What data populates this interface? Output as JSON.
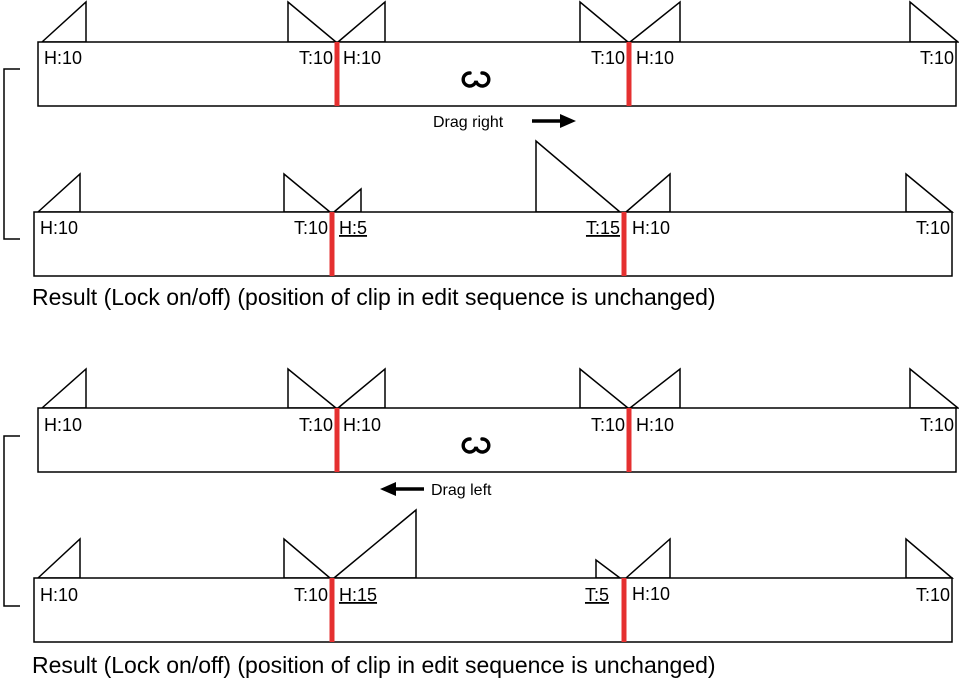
{
  "diagrams": [
    {
      "drag_label": "Drag right",
      "drag_direction": "right",
      "before_track": {
        "labels": [
          "H:10",
          "T:10",
          "H:10",
          "T:10",
          "H:10",
          "T:10"
        ]
      },
      "after_track": {
        "labels": [
          "H:10",
          "T:10",
          "H:5",
          "T:15",
          "H:10",
          "T:10"
        ],
        "changed": [
          "H:5",
          "T:15"
        ]
      },
      "result_text": "Result (Lock on/off) (position of clip in edit sequence is unchanged)"
    },
    {
      "drag_label": "Drag left",
      "drag_direction": "left",
      "before_track": {
        "labels": [
          "H:10",
          "T:10",
          "H:10",
          "T:10",
          "H:10",
          "T:10"
        ]
      },
      "after_track": {
        "labels": [
          "H:10",
          "T:10",
          "H:15",
          "T:5",
          "H:10",
          "T:10"
        ],
        "changed": [
          "H:15",
          "T:5"
        ]
      },
      "result_text": "Result (Lock on/off) (position of clip in edit sequence is unchanged)"
    }
  ],
  "colors": {
    "edit_point": "#e53030",
    "line": "#000000",
    "background": "#ffffff"
  },
  "icons": {
    "trim_tool": "trim-roller-icon"
  }
}
